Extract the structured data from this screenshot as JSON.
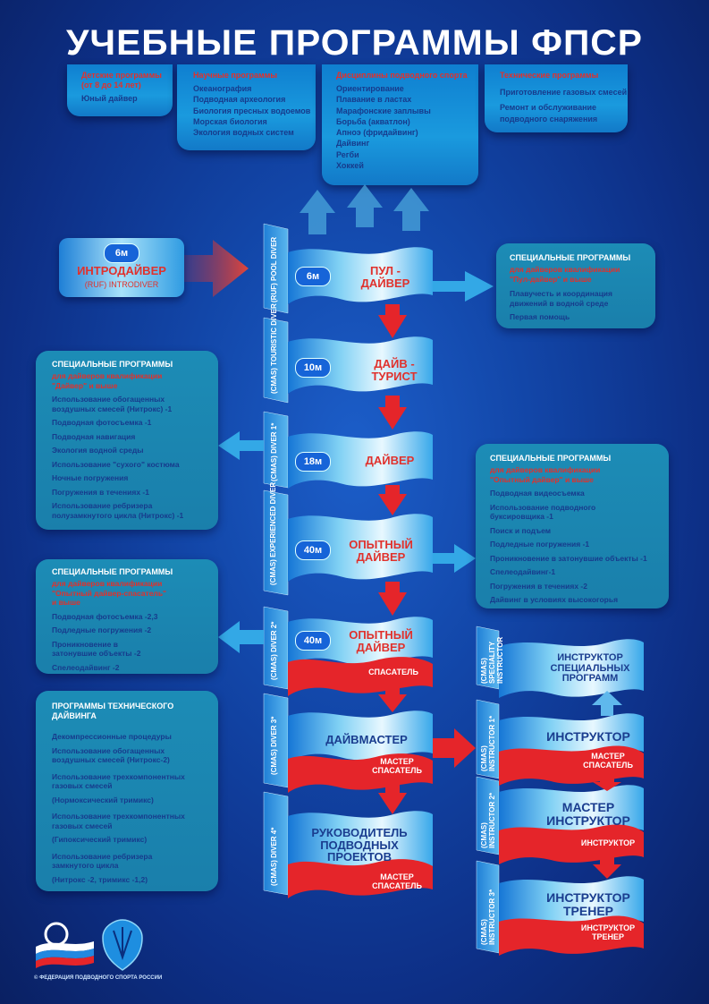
{
  "title": "УЧЕБНЫЕ ПРОГРАММЫ ФПСР",
  "top_boxes": [
    {
      "header": "Детские программы",
      "header2": "(от 8 до 14 лет)",
      "items": [
        "Юный дайвер"
      ]
    },
    {
      "header": "Научные программы",
      "items": [
        "Океанография",
        "Подводная археология",
        "Биология пресных водоемов",
        "Морская биология",
        "Экология водных систем"
      ]
    },
    {
      "header": "Дисциплины подводного спорта",
      "items": [
        "Ориентирование",
        "Плавание в ластах",
        "Марафонские заплывы",
        "Борьба (акватлон)",
        "Апноэ (фридайвинг)",
        "Дайвинг",
        "Регби",
        "Хоккей"
      ]
    },
    {
      "header": "Технические программы",
      "items": [
        "Приготовление газовых смесей",
        "Ремонт и обслуживание подводного снаряжения"
      ]
    }
  ],
  "introdiver": {
    "depth": "6м",
    "title": "ИНТРОДАЙВЕР",
    "subtitle": "(RUF) INTRODIVER"
  },
  "levels": [
    {
      "side": "(RUF) POOL DIVER",
      "depth": "6м",
      "title": [
        "ПУЛ -",
        "ДАЙВЕР"
      ]
    },
    {
      "side": "(CMAS) TOURISTIC DIVER",
      "depth": "10м",
      "title": [
        "ДАЙВ -",
        "ТУРИСТ"
      ]
    },
    {
      "side": "(CMAS) DIVER 1*",
      "depth": "18м",
      "title": [
        "ДАЙВЕР"
      ]
    },
    {
      "side": "(CMAS) EXPERIENCED DIVER",
      "depth": "40м",
      "title": [
        "ОПЫТНЫЙ",
        "ДАЙВЕР"
      ]
    },
    {
      "side": "(CMAS) DIVER 2*",
      "depth": "40м",
      "title": [
        "ОПЫТНЫЙ",
        "ДАЙВЕР"
      ],
      "tag": [
        "СПАСАТЕЛЬ"
      ]
    },
    {
      "side": "(CMAS) DIVER 3*",
      "title": [
        "ДАЙВМАСТЕР"
      ],
      "tag": [
        "МАСТЕР",
        "СПАСАТЕЛЬ"
      ]
    },
    {
      "side": "(CMAS) DIVER 4*",
      "title": [
        "РУКОВОДИТЕЛЬ",
        "ПОДВОДНЫХ",
        "ПРОЕКТОВ"
      ],
      "tag": [
        "МАСТЕР",
        "СПАСАТЕЛЬ"
      ]
    }
  ],
  "instructors": [
    {
      "side": [
        "(CMAS)",
        "SPECIALITY",
        "INSTRUCTOR"
      ],
      "title": [
        "ИНСТРУКТОР",
        "СПЕЦИАЛЬНЫХ",
        "ПРОГРАММ"
      ]
    },
    {
      "side": [
        "(CMAS)",
        "INSTRUCTOR 1*"
      ],
      "title": [
        "ИНСТРУКТОР"
      ],
      "tag": [
        "МАСТЕР",
        "СПАСАТЕЛЬ"
      ]
    },
    {
      "side": [
        "(CMAS)",
        "INSTRUCTOR 2*"
      ],
      "title": [
        "МАСТЕР",
        "ИНСТРУКТОР"
      ],
      "tag": [
        "ИНСТРУКТОР"
      ]
    },
    {
      "side": [
        "(CMAS)",
        "INSTRUCTOR 3*"
      ],
      "title": [
        "ИНСТРУКТОР",
        "ТРЕНЕР"
      ],
      "tag": [
        "ИНСТРУКТОР",
        "ТРЕНЕР"
      ]
    }
  ],
  "special_boxes": [
    {
      "h1": "СПЕЦИАЛЬНЫЕ ПРОГРАММЫ",
      "h2": [
        "для дайверов квалификации",
        "\"Пул-дайвер\" и выше"
      ],
      "items": [
        [
          "Плавучесть и координация",
          "движений в водной среде"
        ],
        [
          "Первая помощь"
        ]
      ]
    },
    {
      "h1": "СПЕЦИАЛЬНЫЕ ПРОГРАММЫ",
      "h2": [
        "для дайверов квалификации",
        "\"Дайвер\" и выше"
      ],
      "items": [
        [
          "Использование обогащенных",
          "воздушных смесей (Нитрокс) -1"
        ],
        [
          "Подводная фотосъемка -1"
        ],
        [
          "Подводная навигация"
        ],
        [
          "Экология водной среды"
        ],
        [
          "Использование \"сухого\" костюма"
        ],
        [
          "Ночные погружения"
        ],
        [
          "Погружения в течениях -1"
        ],
        [
          "Использование ребризера",
          "полузамкнутого цикла (Нитрокс) -1"
        ]
      ]
    },
    {
      "h1": "СПЕЦИАЛЬНЫЕ ПРОГРАММЫ",
      "h2": [
        "для дайверов квалификации",
        "\"Опытный дайвер\" и выше"
      ],
      "items": [
        [
          "Подводная видеосъемка"
        ],
        [
          "Использование подводного",
          "буксировщика -1"
        ],
        [
          "Поиск и подъем"
        ],
        [
          "Подледные погружения -1"
        ],
        [
          "Проникновение в затонувшие объекты -1"
        ],
        [
          "Спелеодайвинг-1"
        ],
        [
          "Погружения в течениях -2"
        ],
        [
          "Дайвинг в условиях высокогорья"
        ]
      ]
    },
    {
      "h1": "СПЕЦИАЛЬНЫЕ ПРОГРАММЫ",
      "h2": [
        "для дайверов квалификации",
        "\"Опытный дайвер-спасатель\"",
        "и выше"
      ],
      "items": [
        [
          "Подводная фотосъемка -2,3"
        ],
        [
          "Подледные погружения -2"
        ],
        [
          "Проникновение в",
          "затонувшие объекты -2"
        ],
        [
          "Спелеодайвинг -2"
        ]
      ]
    },
    {
      "h1": "ПРОГРАММЫ ТЕХНИЧЕСКОГО",
      "h1b": "ДАЙВИНГА",
      "items": [
        [
          "Декомпрессионные процедуры"
        ],
        [
          "Использование обогащенных",
          "воздушных смесей (Нитрокс-2)"
        ],
        [
          "Использование трехкомпонентных",
          "газовых смесей"
        ],
        [
          "(Нормоксический тримикс)"
        ],
        [
          "Использование трехкомпонентных",
          "газовых смесей"
        ],
        [
          "(Гипоксический тримикс)"
        ],
        [
          "Использование ребризера",
          "замкнутого цикла"
        ],
        [
          "(Нитрокс -2, тримикс -1,2)"
        ]
      ]
    }
  ],
  "footer": "© ФЕДЕРАЦИЯ ПОДВОДНОГО СПОРТА РОССИИ",
  "colors": {
    "accent_red": "#e0312c",
    "label_blue": "#1a3d8f",
    "panel": "#1a86b3"
  }
}
